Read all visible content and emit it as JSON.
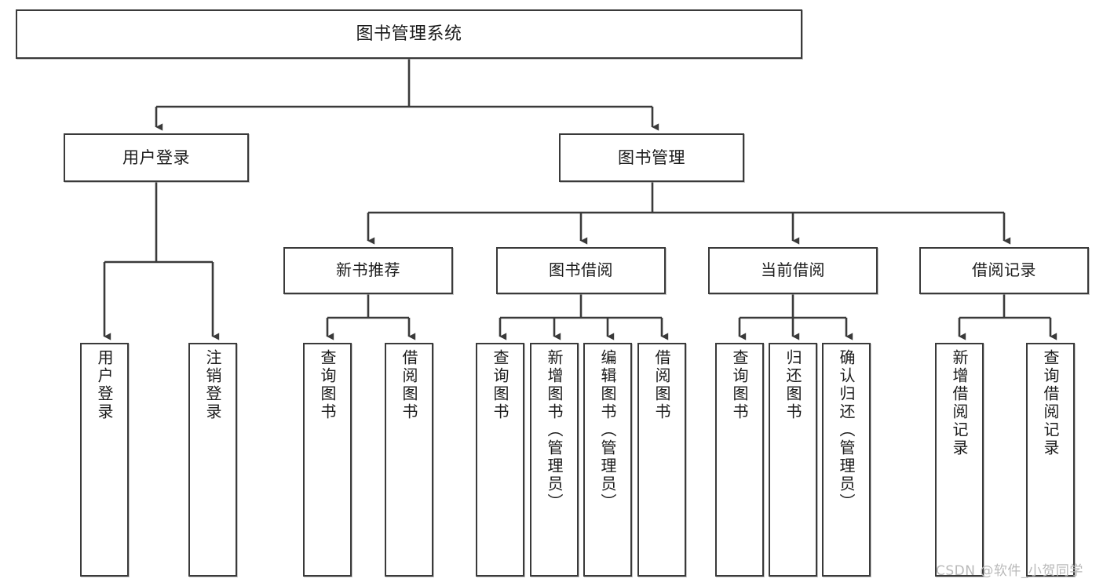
{
  "diagram": {
    "title": "图书管理系统",
    "type": "tree-structure-chart",
    "stroke_color": "#3a3a3a",
    "background_color": "#ffffff",
    "text_color": "#1b1b1b",
    "watermark": "CSDN @软件_小贺同学"
  },
  "nodes": {
    "root": {
      "label": "图书管理系统"
    },
    "level1": [
      {
        "id": "user-login",
        "label": "用户登录"
      },
      {
        "id": "book-manage",
        "label": "图书管理"
      }
    ],
    "level2": [
      {
        "id": "new-book-recommend",
        "label": "新书推荐"
      },
      {
        "id": "book-borrow",
        "label": "图书借阅"
      },
      {
        "id": "current-borrow",
        "label": "当前借阅"
      },
      {
        "id": "borrow-record",
        "label": "借阅记录"
      }
    ],
    "leaves": {
      "user_login": [
        {
          "id": "leaf-user-login",
          "label": "用户登录"
        },
        {
          "id": "leaf-user-logout",
          "label": "注销登录"
        }
      ],
      "new_book_recommend": [
        {
          "id": "leaf-query-book-1",
          "label": "查询图书"
        },
        {
          "id": "leaf-borrow-book-1",
          "label": "借阅图书"
        }
      ],
      "book_borrow": [
        {
          "id": "leaf-query-book-2",
          "label": "查询图书"
        },
        {
          "id": "leaf-add-book",
          "label": "新增图书（管理员）"
        },
        {
          "id": "leaf-edit-book",
          "label": "编辑图书（管理员）"
        },
        {
          "id": "leaf-borrow-book-2",
          "label": "借阅图书"
        }
      ],
      "current_borrow": [
        {
          "id": "leaf-query-book-3",
          "label": "查询图书"
        },
        {
          "id": "leaf-return-book",
          "label": "归还图书"
        },
        {
          "id": "leaf-confirm-return",
          "label": "确认归还（管理员）"
        }
      ],
      "borrow_record": [
        {
          "id": "leaf-add-record",
          "label": "新增借阅记录"
        },
        {
          "id": "leaf-query-record",
          "label": "查询借阅记录"
        }
      ]
    }
  }
}
